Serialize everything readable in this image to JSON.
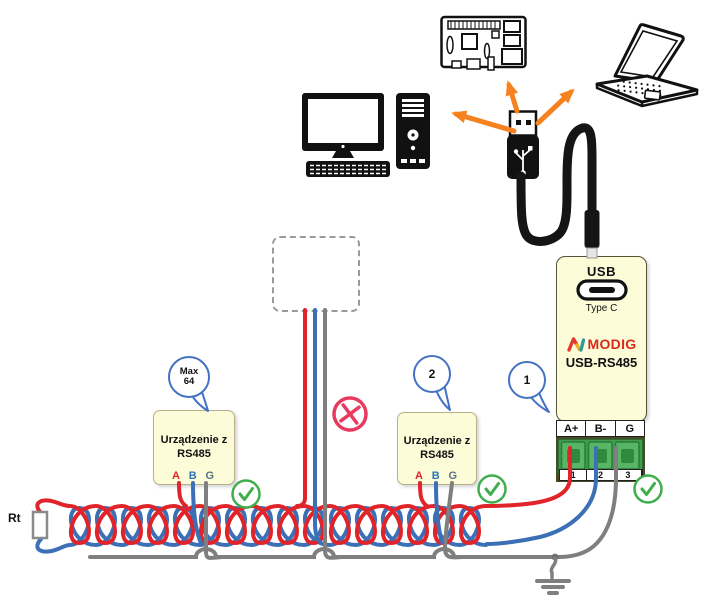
{
  "colors": {
    "wire_a_red": "#e0242a",
    "wire_b_blue": "#3b6fb6",
    "wire_shield_gray": "#7f7f7f",
    "arrow_orange": "#f5821f",
    "panel_yellow": "#fcfcd9",
    "ok_green": "#3fae4c",
    "error_pink": "#e83a5f",
    "balloon_blue": "#4472c4",
    "brand_red": "#d92b1c",
    "terminal_green": "#3f9e4e"
  },
  "icons": {
    "hosts": [
      "raspberry-pi-board-icon",
      "laptop-icon",
      "desktop-computer-icon"
    ],
    "usb": "usb-plug-icon",
    "status_ok": "check-circle-icon",
    "status_error": "cross-circle-icon",
    "ground": "earth-ground-icon"
  },
  "converter": {
    "badge": "1",
    "port_label": "USB",
    "port_type": "Type C",
    "brand": "MODIG",
    "model": "USB-RS485",
    "terminals": [
      "A+",
      "B-",
      "G"
    ],
    "terminal_numbers": [
      "1",
      "2",
      "3"
    ]
  },
  "devices": [
    {
      "badge_line1": "Max",
      "badge_line2": "64",
      "label_line1": "Urządzenie z",
      "label_line2": "RS485",
      "pins": [
        "A",
        "B",
        "G"
      ]
    },
    {
      "badge_line1": "2",
      "badge_line2": "",
      "label_line1": "Urządzenie z",
      "label_line2": "RS485",
      "pins": [
        "A",
        "B",
        "G"
      ]
    }
  ],
  "bus": {
    "termination_label": "Rt"
  }
}
